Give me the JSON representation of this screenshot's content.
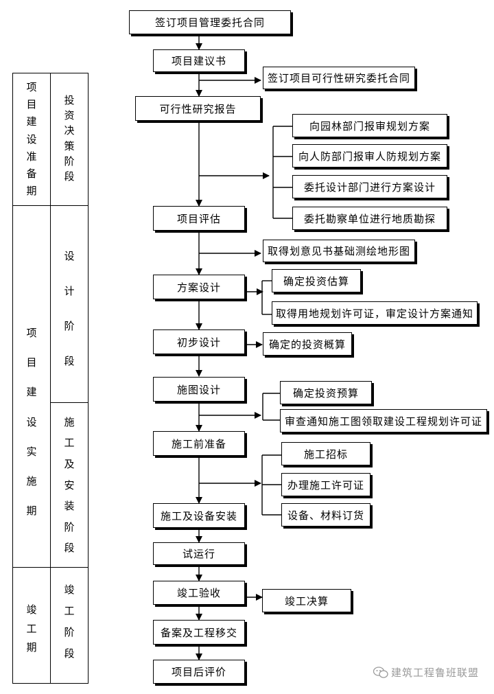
{
  "main_steps": [
    "签订项目管理委托合同",
    "项目建议书",
    "可行性研究报告",
    "项目评估",
    "方案设计",
    "初步设计",
    "施图设计",
    "施工前准备",
    "施工及设备安装",
    "试运行",
    "竣工验收",
    "备案及工程移交",
    "项目后评价"
  ],
  "side_steps": [
    "签订项目可行性研究委托合同",
    "向园林部门报审规划方案",
    "向人防部门报审人防规划方案",
    "委托设计部门进行方案设计",
    "委托勘察单位进行地质勘探",
    "取得划意见书基础测绘地形图",
    "确定投资估算",
    "取得用地规划许可证，审定设计方案通知",
    "确定的投资概算",
    "确定投资预算",
    "审查通知施工图领取建设工程规划许可证",
    "施工招标",
    "办理施工许可证",
    "设备、材料订货",
    "竣工决算"
  ],
  "periods": [
    "项目建设准备期",
    "项目建设实施期",
    "竣工期"
  ],
  "stages": [
    "投资决策阶段",
    "设计阶段",
    "施工及安装阶段",
    "竣工阶段"
  ],
  "watermark": "建筑工程鲁班联盟"
}
